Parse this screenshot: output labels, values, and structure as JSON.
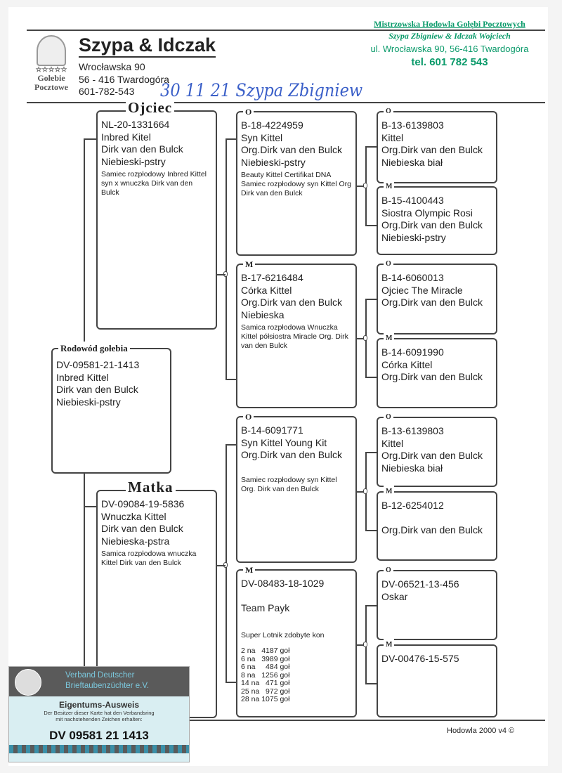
{
  "header": {
    "title": "Szypa & Idczak",
    "address": [
      "Wrocławska 90",
      "56 - 416  Twardogóra",
      "601-782-543"
    ],
    "logo_text": [
      "☆☆☆☆☆",
      "Gołebie",
      "Pocztowe"
    ],
    "green_lines": [
      "Mistrzowska Hodowla Gołębi Pocztowych",
      "Szypa Zbigniew & Idczak Wojciech",
      "ul. Wrocławska 90, 56-416 Twardogóra",
      "tel. 601 782 543"
    ],
    "handwriting": "30 11 21 Szypa Zbigniew"
  },
  "subject": {
    "label": "Rodowód gołebia",
    "lines": [
      "DV-09581-21-1413",
      "Inbred Kittel",
      "Dirk van den Bulck",
      "Niebieski-pstry"
    ]
  },
  "sire": {
    "label": "Ojciec",
    "lines": [
      "NL-20-1331664",
      "Inbred Kitel",
      "Dirk van den Bulck",
      "Niebieski-pstry"
    ],
    "note": "Samiec rozpłodowy Inbred Kittel syn x wnuczka Dirk van den Bulck"
  },
  "dam": {
    "label": "Matka",
    "lines": [
      "DV-09084-19-5836",
      "Wnuczka Kittel",
      "Dirk van den Bulck",
      "Niebieska-pstra"
    ],
    "note": "Samica rozpłodowa wnuczka Kittel Dirk van den Bulck"
  },
  "gen2": [
    {
      "label": "O",
      "lines": [
        "B-18-4224959",
        "Syn Kittel",
        "Org.Dirk van den Bulck",
        "Niebieski-pstry"
      ],
      "note": "Beauty Kittel Certifikat DNA Samiec rozpłodowy syn Kittel Org  Dirk van den Bulck"
    },
    {
      "label": "M",
      "lines": [
        "B-17-6216484",
        "Córka Kittel",
        "Org.Dirk van den Bulck",
        "Niebieska"
      ],
      "note": "Samica rozpłodowa Wnuczka Kittel półsiostra Miracle Org. Dirk van den Bulck"
    },
    {
      "label": "O",
      "lines": [
        "B-14-6091771",
        "Syn Kittel Young Kit",
        "Org.Dirk van den Bulck",
        ""
      ],
      "note": "Samiec rozpłodowy syn Kittel Org. Dirk van den Bulck"
    },
    {
      "label": "M",
      "lines": [
        "DV-08483-18-1029",
        "",
        "Team Payk",
        ""
      ],
      "note": "Super Lotnik zdobyte kon",
      "results": [
        "2 na   4187 goł",
        "6 na   3989 goł",
        "6 na     484 goł",
        "8 na   1256 goł",
        "14 na   471 goł",
        "25 na   972 goł",
        "28 na 1075 goł"
      ]
    }
  ],
  "gen3": [
    {
      "label": "O",
      "lines": [
        "B-13-6139803",
        "Kittel",
        "Org.Dirk van den Bulck",
        "Niebieska biał"
      ]
    },
    {
      "label": "M",
      "lines": [
        "B-15-4100443",
        "Siostra Olympic Rosi",
        "Org.Dirk van den Bulck",
        "Niebieski-pstry"
      ]
    },
    {
      "label": "O",
      "lines": [
        "B-14-6060013",
        "Ojciec The Miracle",
        "Org.Dirk van den Bulck"
      ]
    },
    {
      "label": "M",
      "lines": [
        "B-14-6091990",
        "Córka Kittel",
        "Org.Dirk van den Bulck"
      ]
    },
    {
      "label": "O",
      "lines": [
        "B-13-6139803",
        "Kittel",
        "Org.Dirk van den Bulck",
        "Niebieska biał"
      ]
    },
    {
      "label": "M",
      "lines": [
        "B-12-6254012",
        "",
        "Org.Dirk van den Bulck"
      ]
    },
    {
      "label": "O",
      "lines": [
        "DV-06521-13-456",
        "Oskar"
      ]
    },
    {
      "label": "M",
      "lines": [
        "DV-00476-15-575"
      ]
    }
  ],
  "footer": {
    "version": "Hodowla 2000 v4 ©"
  },
  "card": {
    "org": [
      "Verband Deutscher",
      "Brieftaubenzüchter e.V."
    ],
    "title": "Eigentums-Ausweis",
    "text": [
      "Der Besitzer dieser Karte hat den Verbandsring",
      "mit nachstehenden Zeichen erhalten:"
    ],
    "ring": "DV 09581 21 1413"
  }
}
